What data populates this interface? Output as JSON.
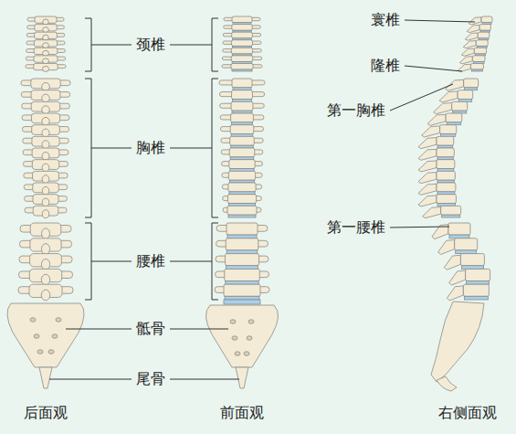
{
  "diagram": {
    "labels": [
      "颈椎",
      "胸椎",
      "腰椎",
      "骶骨",
      "尾骨",
      "寰椎",
      "隆椎",
      "第一胸椎",
      "第一腰椎",
      "后面观",
      "前面观",
      "右侧面观"
    ]
  }
}
